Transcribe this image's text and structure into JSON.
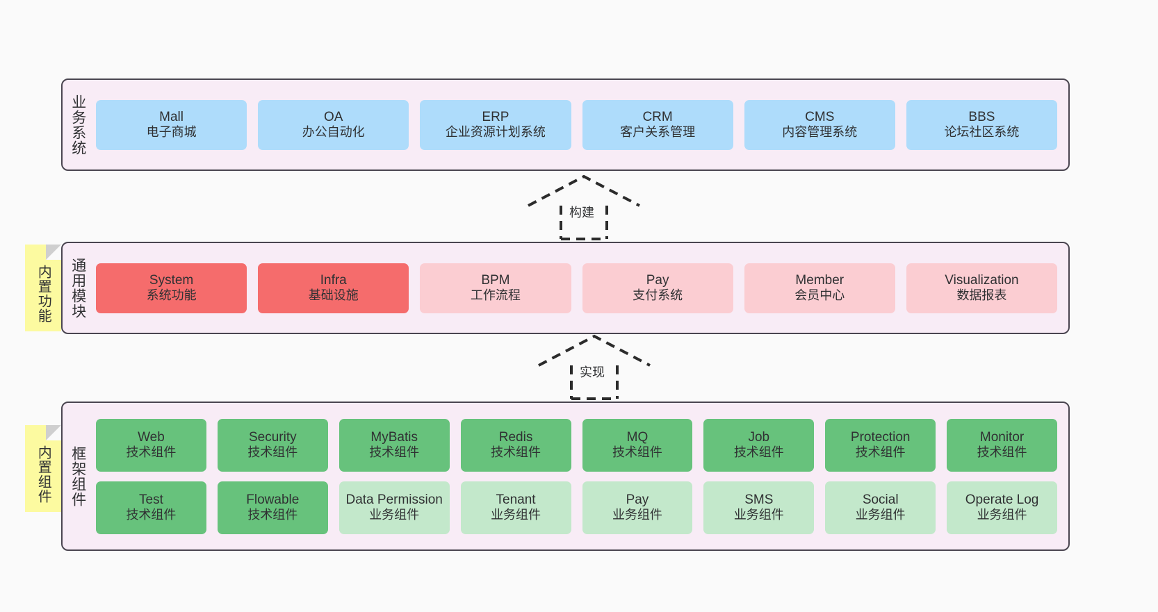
{
  "diagram": {
    "background_color": "#fafafa",
    "layer_fill": "#f8ecf6",
    "layer_border": "#4a4550",
    "note_color": "#fcfaa0",
    "layers": [
      {
        "id": "business-system",
        "label": "业务系统",
        "rows": [
          {
            "cells": [
              {
                "name": "Mall",
                "sub": "电子商城",
                "color": "#aedcfb"
              },
              {
                "name": "OA",
                "sub": "办公自动化",
                "color": "#aedcfb"
              },
              {
                "name": "ERP",
                "sub": "企业资源计划系统",
                "color": "#aedcfb"
              },
              {
                "name": "CRM",
                "sub": "客户关系管理",
                "color": "#aedcfb"
              },
              {
                "name": "CMS",
                "sub": "内容管理系统",
                "color": "#aedcfb"
              },
              {
                "name": "BBS",
                "sub": "论坛社区系统",
                "color": "#aedcfb"
              }
            ]
          }
        ]
      },
      {
        "id": "common-module",
        "label": "通用模块",
        "note": "内置功能",
        "rows": [
          {
            "cells": [
              {
                "name": "System",
                "sub": "系统功能",
                "color": "#f56c6c"
              },
              {
                "name": "Infra",
                "sub": "基础设施",
                "color": "#f56c6c"
              },
              {
                "name": "BPM",
                "sub": "工作流程",
                "color": "#fbcdd2"
              },
              {
                "name": "Pay",
                "sub": "支付系统",
                "color": "#fbcdd2"
              },
              {
                "name": "Member",
                "sub": "会员中心",
                "color": "#fbcdd2"
              },
              {
                "name": "Visualization",
                "sub": "数据报表",
                "color": "#fbcdd2"
              }
            ]
          }
        ]
      },
      {
        "id": "framework-component",
        "label": "框架组件",
        "note": "内置组件",
        "rows": [
          {
            "cells": [
              {
                "name": "Web",
                "sub": "技术组件",
                "color": "#67c27c"
              },
              {
                "name": "Security",
                "sub": "技术组件",
                "color": "#67c27c"
              },
              {
                "name": "MyBatis",
                "sub": "技术组件",
                "color": "#67c27c"
              },
              {
                "name": "Redis",
                "sub": "技术组件",
                "color": "#67c27c"
              },
              {
                "name": "MQ",
                "sub": "技术组件",
                "color": "#67c27c"
              },
              {
                "name": "Job",
                "sub": "技术组件",
                "color": "#67c27c"
              },
              {
                "name": "Protection",
                "sub": "技术组件",
                "color": "#67c27c"
              },
              {
                "name": "Monitor",
                "sub": "技术组件",
                "color": "#67c27c"
              }
            ]
          },
          {
            "cells": [
              {
                "name": "Test",
                "sub": "技术组件",
                "color": "#67c27c"
              },
              {
                "name": "Flowable",
                "sub": "技术组件",
                "color": "#67c27c"
              },
              {
                "name": "Data Permission",
                "sub": "业务组件",
                "color": "#c3e8cb"
              },
              {
                "name": "Tenant",
                "sub": "业务组件",
                "color": "#c3e8cb"
              },
              {
                "name": "Pay",
                "sub": "业务组件",
                "color": "#c3e8cb"
              },
              {
                "name": "SMS",
                "sub": "业务组件",
                "color": "#c3e8cb"
              },
              {
                "name": "Social",
                "sub": "业务组件",
                "color": "#c3e8cb"
              },
              {
                "name": "Operate Log",
                "sub": "业务组件",
                "color": "#c3e8cb"
              }
            ]
          }
        ]
      }
    ],
    "connectors": [
      {
        "id": "build",
        "label": "构建",
        "from": "common-module",
        "to": "business-system",
        "style": "dashed-hollow-arrow-up"
      },
      {
        "id": "implement",
        "label": "实现",
        "from": "framework-component",
        "to": "common-module",
        "style": "dashed-hollow-arrow-up"
      }
    ]
  }
}
